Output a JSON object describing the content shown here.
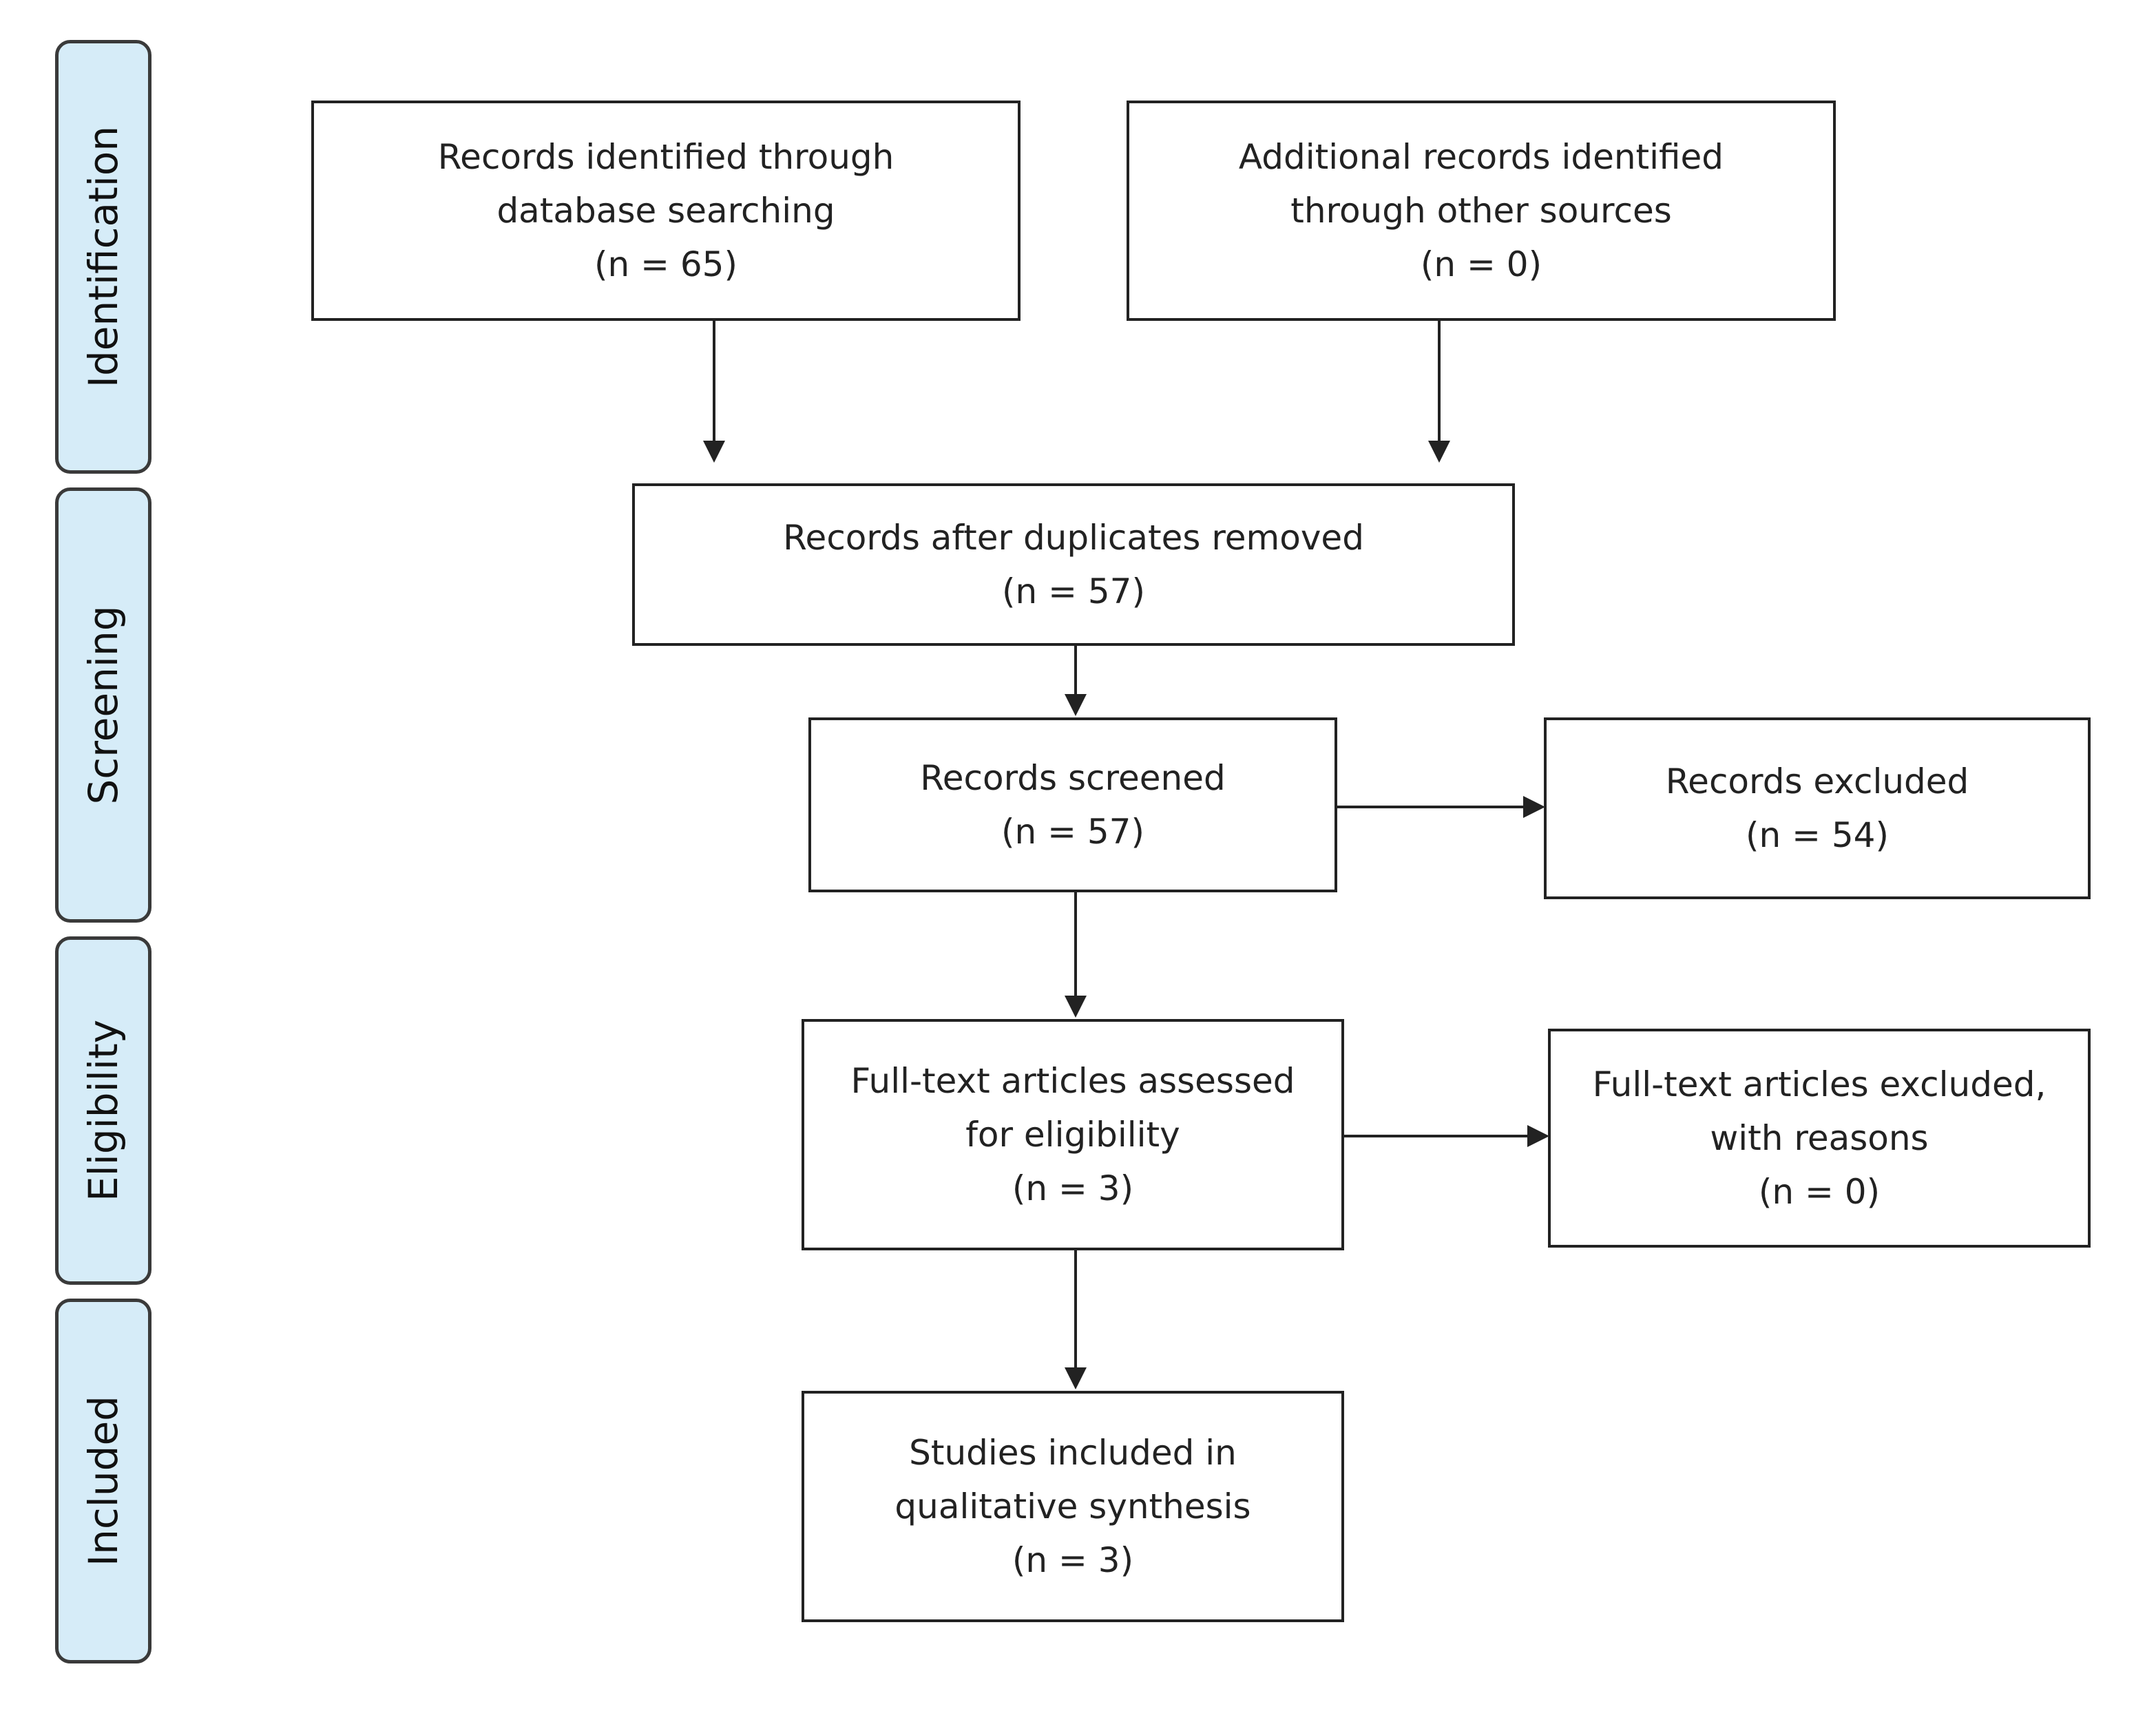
{
  "stages": {
    "identification": "Identification",
    "screening": "Screening",
    "eligibility": "Eligibility",
    "included": "Included"
  },
  "boxes": {
    "database": {
      "line1": "Records identified through",
      "line2": "database searching",
      "count": "(n = 65)"
    },
    "other_sources": {
      "line1": "Additional records identified",
      "line2": "through other sources",
      "count": "(n = 0)"
    },
    "duplicates_removed": {
      "line1": "Records after duplicates removed",
      "count": "(n = 57)"
    },
    "screened": {
      "line1": "Records screened",
      "count": "(n = 57)"
    },
    "excluded": {
      "line1": "Records excluded",
      "count": "(n =  54)"
    },
    "fulltext_assessed": {
      "line1": "Full-text articles assessed",
      "line2": "for eligibility",
      "count": "(n = 3)"
    },
    "fulltext_excluded": {
      "line1": "Full-text articles excluded,",
      "line2": "with reasons",
      "count": "(n = 0)"
    },
    "included": {
      "line1": "Studies included in",
      "line2": "qualitative synthesis",
      "count": "(n = 3)"
    }
  },
  "colors": {
    "stage_fill": "#d6ecf8",
    "border": "#222222",
    "text": "#222222"
  }
}
